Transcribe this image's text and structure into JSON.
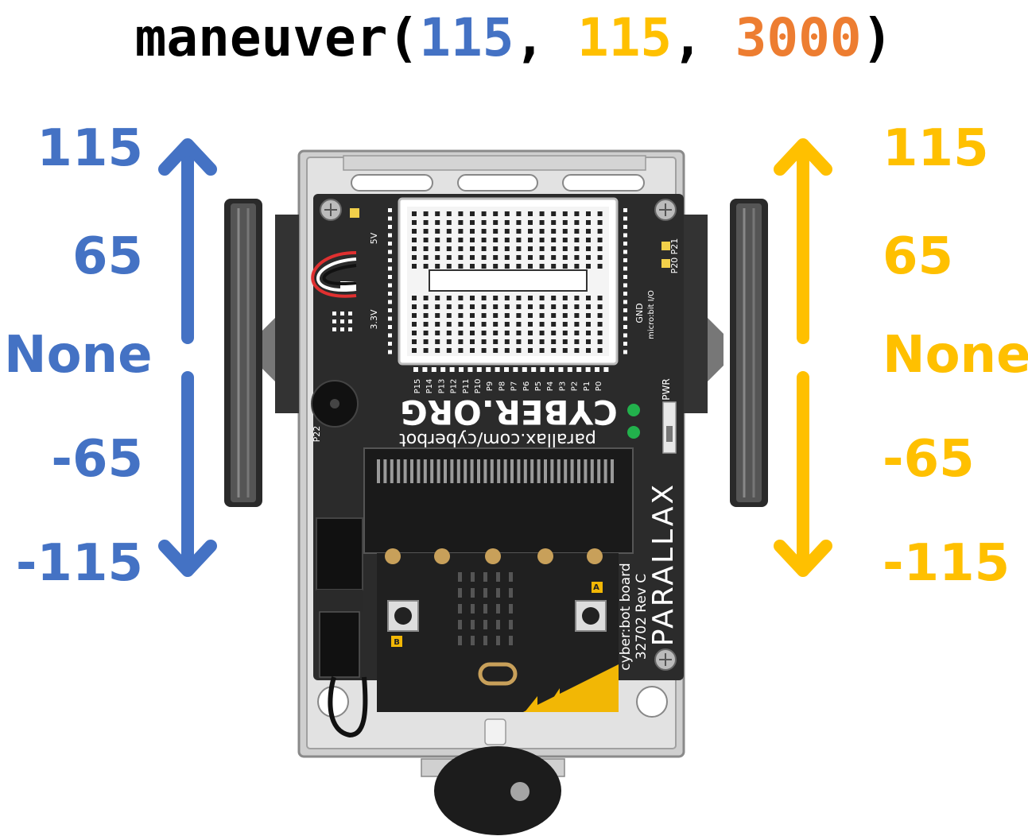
{
  "title": {
    "function": "maneuver(",
    "arg1": "115",
    "sep1": ", ",
    "arg2": "115",
    "sep2": ", ",
    "arg3": "3000",
    "close": ")"
  },
  "colors": {
    "left_wheel": "#4472c4",
    "right_wheel": "#ffc000",
    "duration": "#ed7d31",
    "text": "#000000"
  },
  "left_scale": {
    "labels": [
      "115",
      "65",
      "None",
      "-65",
      "-115"
    ]
  },
  "right_scale": {
    "labels": [
      "115",
      "65",
      "None",
      "-65",
      "-115"
    ]
  },
  "board": {
    "brand": "CYBER.ORG",
    "url": "parallax.com/cyberbot",
    "maker": "PARALLAX",
    "model_line1": "cyber:bot board",
    "model_line2": "32702  Rev  C",
    "pwr": "PWR",
    "pin_row": [
      "P15",
      "P14",
      "P13",
      "P12",
      "P11",
      "P10",
      "P9",
      "P8",
      "P7",
      "P6",
      "P5",
      "P4",
      "P3",
      "P2",
      "P1",
      "P0"
    ],
    "p22": "P22",
    "p20": "P20",
    "p21": "P21",
    "io_label": "micro:bit I/O",
    "gnd": "GND",
    "v33": "3.3V",
    "v5": "5V",
    "btn_a": "A",
    "btn_b": "B"
  }
}
